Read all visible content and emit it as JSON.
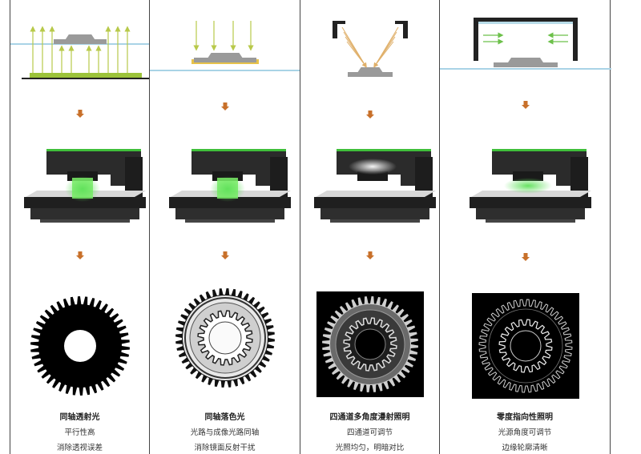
{
  "colors": {
    "beam": "#b8c94a",
    "reflect_beam": "#e0b06a",
    "arrow": "#c8702a",
    "glow": "#5fe05a",
    "stage_bar": "#9cc33a",
    "surface_line": "#a9d3e6",
    "part": "#9a9a9a",
    "frame": "#222222",
    "machine": "#2b2b2b"
  },
  "columns": [
    {
      "mode": "coaxial-transmitted",
      "title": "同轴透射光",
      "line1": "平行性高",
      "line2": "消除透视误差"
    },
    {
      "mode": "coaxial-epi",
      "title": "同轴落色光",
      "line1": "光路与成像光路同轴",
      "line2": "消除镜面反射干扰"
    },
    {
      "mode": "four-channel-diffuse",
      "title": "四通道多角度漫射照明",
      "line1": "四通道可调节",
      "line2": "光照均匀，明暗对比"
    },
    {
      "mode": "zero-angle-directional",
      "title": "零度指向性照明",
      "line1": "光源角度可调节",
      "line2": "边缘轮廓清晰"
    }
  ]
}
